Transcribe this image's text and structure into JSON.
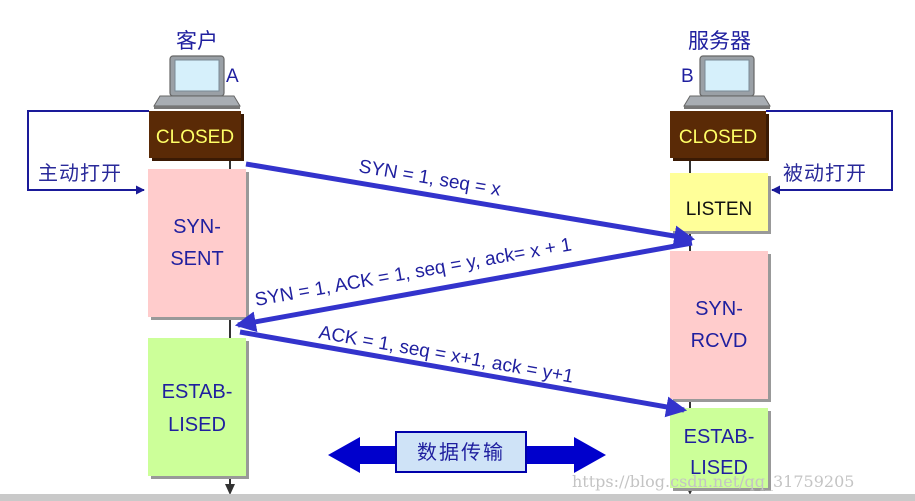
{
  "client": {
    "label": "客户",
    "letter": "A"
  },
  "server": {
    "label": "服务器",
    "letter": "B"
  },
  "client_states": {
    "closed": "CLOSED",
    "syn_sent": [
      "SYN-",
      "SENT"
    ],
    "established": [
      "ESTAB-",
      "LISED"
    ]
  },
  "server_states": {
    "closed": "CLOSED",
    "listen": "LISTEN",
    "syn_rcvd": [
      "SYN-",
      "RCVD"
    ],
    "established": [
      "ESTAB-",
      "LISED"
    ]
  },
  "open_labels": {
    "active": "主动打开",
    "passive": "被动打开"
  },
  "messages": {
    "syn": "SYN = 1, seq = x",
    "syn_ack": "SYN = 1, ACK = 1, seq = y, ack= x + 1",
    "ack": "ACK = 1, seq = x+1, ack = y+1"
  },
  "data_transfer": "数据传输",
  "watermark": "https://blog.csdn.net/qq_31759205",
  "colors": {
    "closed_fill": "#5a2a06",
    "closed_text": "#ffff66",
    "pink_fill": "#ffcccc",
    "green_fill": "#ccff99",
    "yellow_fill": "#ffff99",
    "state_text": "#1f1f9f",
    "arrow_blue": "#3333cc",
    "label_blue": "#2a2a9a"
  }
}
